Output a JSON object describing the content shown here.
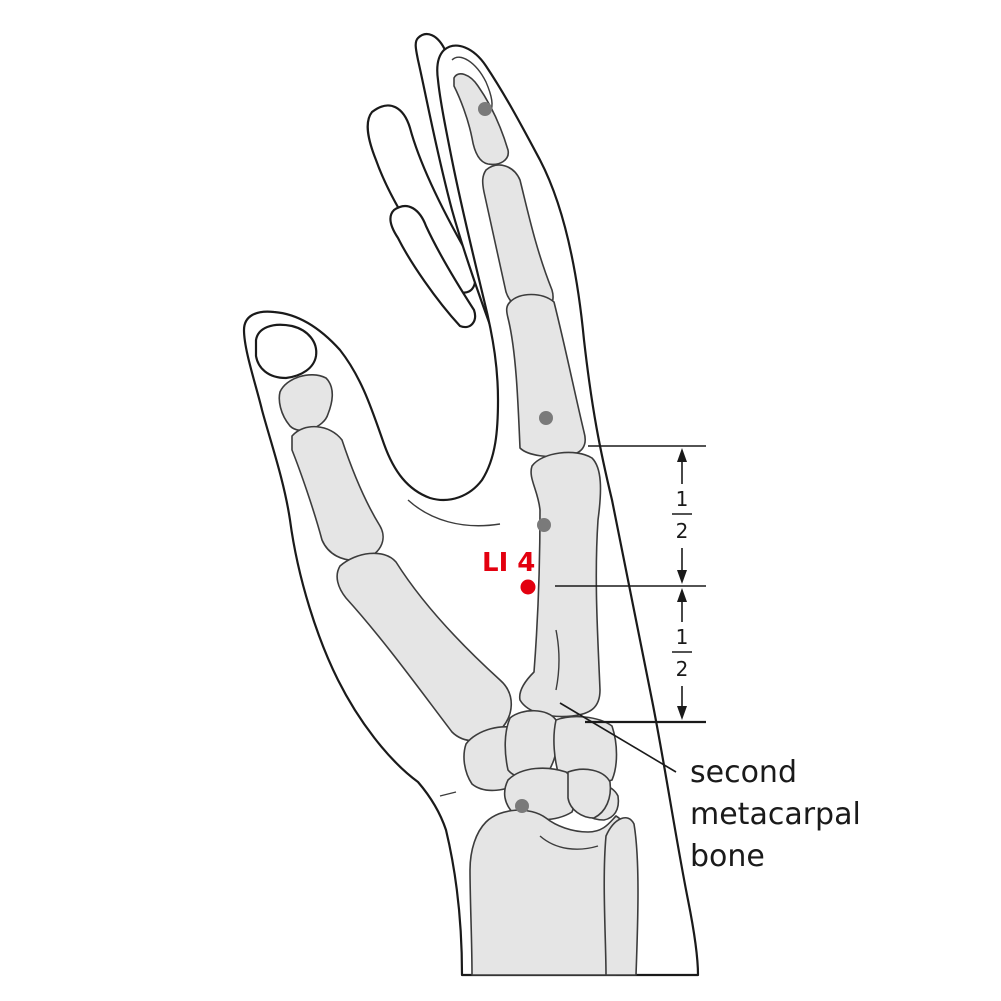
{
  "point": {
    "label": "LI 4",
    "color": "#e3000f"
  },
  "landmark_color": "#7a7a7a",
  "measure": {
    "upper": {
      "numerator": "1",
      "denominator": "2"
    },
    "lower": {
      "numerator": "1",
      "denominator": "2"
    }
  },
  "caption": {
    "line1": "second",
    "line2": "metacarpal",
    "line3": "bone"
  }
}
